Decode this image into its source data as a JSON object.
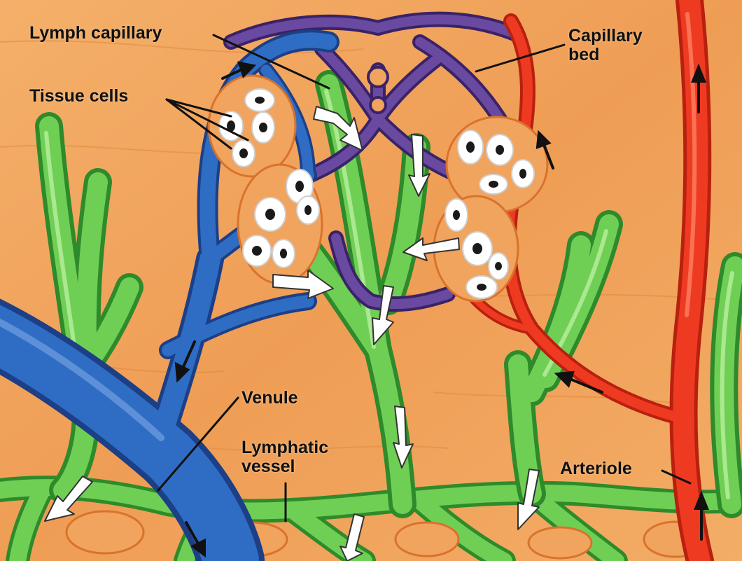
{
  "labels": {
    "lymph_capillary": "Lymph capillary",
    "tissue_cells": "Tissue cells",
    "capillary_bed": "Capillary\nbed",
    "venule": "Venule",
    "lymphatic_vessel": "Lymphatic\nvessel",
    "arteriole": "Arteriole"
  },
  "colors": {
    "tissue": "#f0a45e",
    "tissue_dark": "#d9722c",
    "venule": "#2f6dc4",
    "venule_dark": "#1c3f86",
    "arteriole": "#ef3a22",
    "capillary_bed": "#5a3a8c",
    "lymph": "#6fcf55",
    "lymph_dark": "#2e8a2a",
    "cell": "#ffffff",
    "nucleus": "#1a1a1a",
    "flow_arrow": "#ffffff"
  }
}
